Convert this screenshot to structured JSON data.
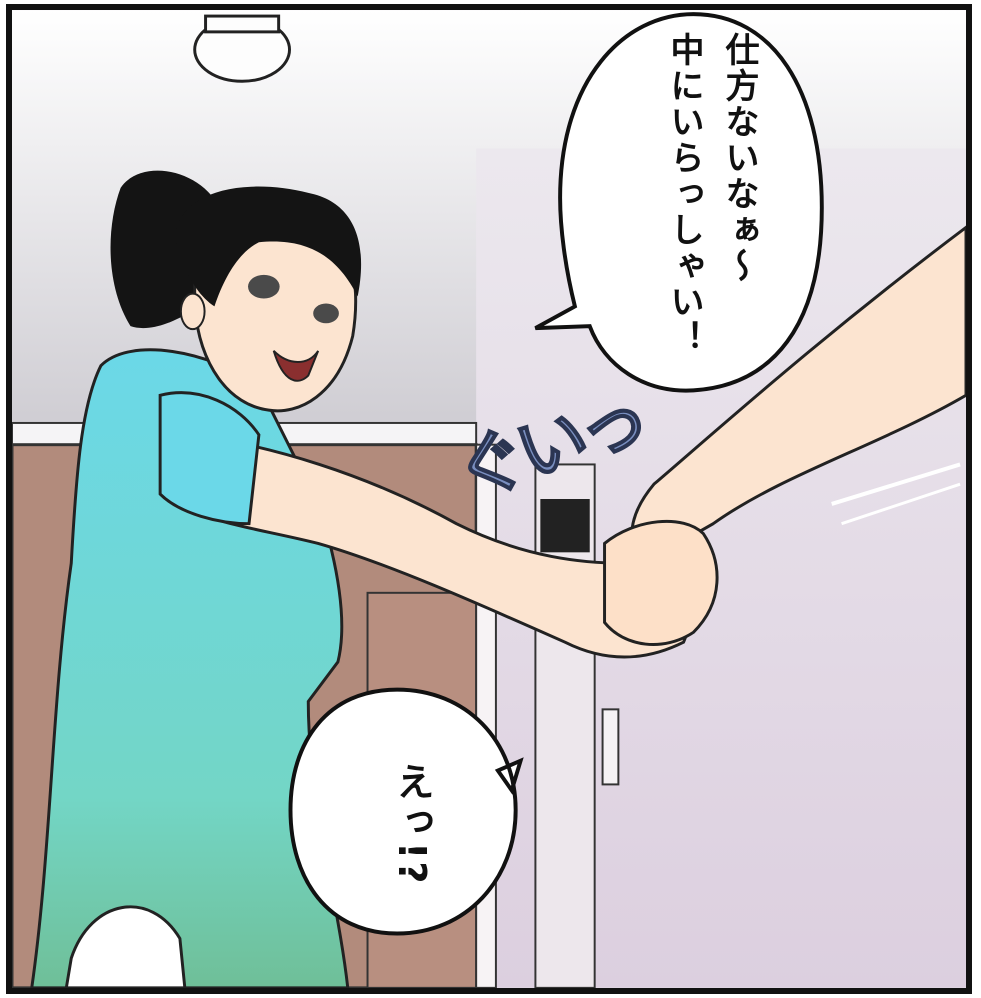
{
  "speech_bubble_1": {
    "line_1": "仕方ないなぁ～",
    "line_2": "中にいらっしゃい！"
  },
  "speech_bubble_2": {
    "text": "えっ!?"
  },
  "sound_effect": {
    "text": "ぐいっ"
  },
  "colors": {
    "shirt": "#5fd3e0",
    "hair": "#141414",
    "skin": "#fce4d0",
    "door": "#b28b7c",
    "wall": "#e8e2ea",
    "sfx": "#7a8fc0"
  }
}
